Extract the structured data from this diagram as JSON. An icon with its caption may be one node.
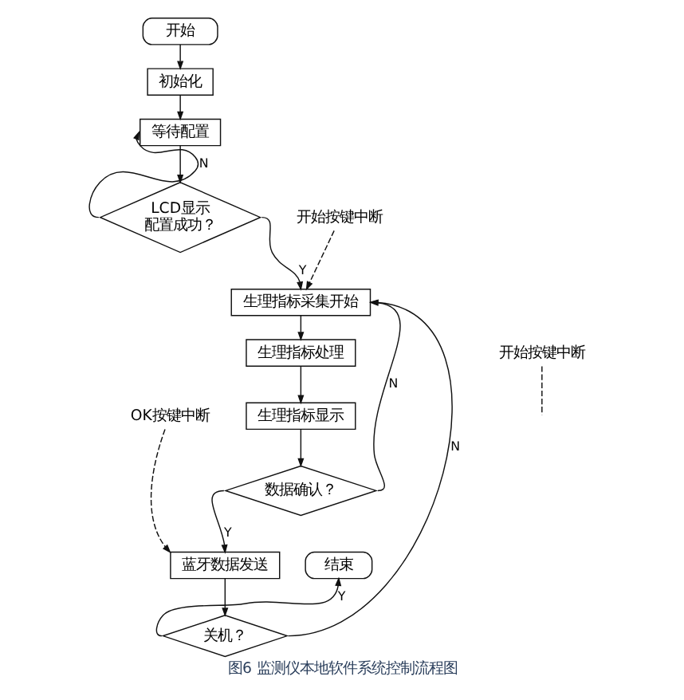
{
  "diagram": {
    "caption": "图6 监测仪本地软件系统控制流程图",
    "nodes": [
      {
        "text": [
          "开始"
        ]
      },
      {
        "text": [
          "初始化"
        ]
      },
      {
        "text": [
          "等待配置"
        ]
      },
      {
        "text": [
          "LCD显示配置成功？"
        ]
      },
      {
        "text": [
          "生理指标采集开始"
        ]
      },
      {
        "text": [
          "生理指标处理"
        ]
      },
      {
        "text": [
          "生理指标显示"
        ]
      },
      {
        "text": [
          "数据确认？"
        ]
      },
      {
        "text": [
          "蓝牙数据发送"
        ]
      },
      {
        "text": [
          "关机？"
        ]
      },
      {
        "text": [
          "结束"
        ]
      },
      {
        "text": [
          "开始按键中断"
        ]
      },
      {
        "text": [
          "开始按键中断"
        ]
      },
      {
        "text": [
          "OK按键中断"
        ]
      }
    ],
    "edges": [
      {
        "from": 0,
        "to": 1,
        "arrow": "to"
      },
      {
        "from": 1,
        "to": 2,
        "arrow": "to"
      },
      {
        "from": 2,
        "to": 3,
        "arrow": "to"
      },
      {
        "from": 3,
        "to": 2,
        "arrow": "to",
        "label": "N"
      },
      {
        "from": 3,
        "to": 4,
        "arrow": "to",
        "label": "Y"
      },
      {
        "from": 4,
        "to": 5,
        "arrow": "to"
      },
      {
        "from": 5,
        "to": 6,
        "arrow": "to"
      },
      {
        "from": 6,
        "to": 7,
        "arrow": "to"
      },
      {
        "from": 7,
        "to": 8,
        "arrow": "to",
        "label": "Y"
      },
      {
        "from": 7,
        "to": 4,
        "arrow": "to",
        "label": "N"
      },
      {
        "from": 8,
        "to": 9,
        "arrow": "to"
      },
      {
        "from": 9,
        "to": 10,
        "arrow": "to",
        "label": "Y"
      },
      {
        "from": 9,
        "to": 4,
        "arrow": "to",
        "label": "N"
      },
      {
        "from": 11,
        "to": 4,
        "arrow": "to",
        "style": "dashed"
      },
      {
        "from": 12,
        "to": null,
        "arrow": "none",
        "style": "dashed"
      },
      {
        "from": 13,
        "to": 8,
        "arrow": "to",
        "style": "dashed"
      }
    ]
  }
}
